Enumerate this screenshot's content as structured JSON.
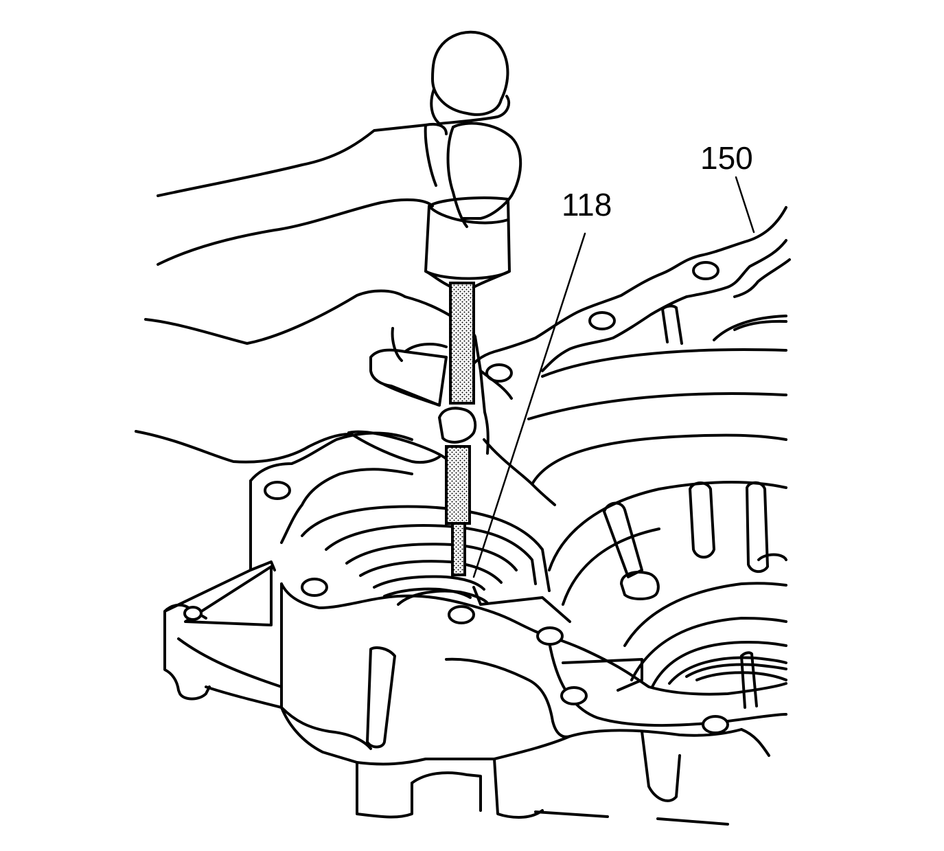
{
  "figure": {
    "background": "#ffffff",
    "line_color": "#000000",
    "callouts": [
      {
        "id": "callout-150",
        "label": "150"
      },
      {
        "id": "callout-118",
        "label": "118"
      }
    ]
  }
}
